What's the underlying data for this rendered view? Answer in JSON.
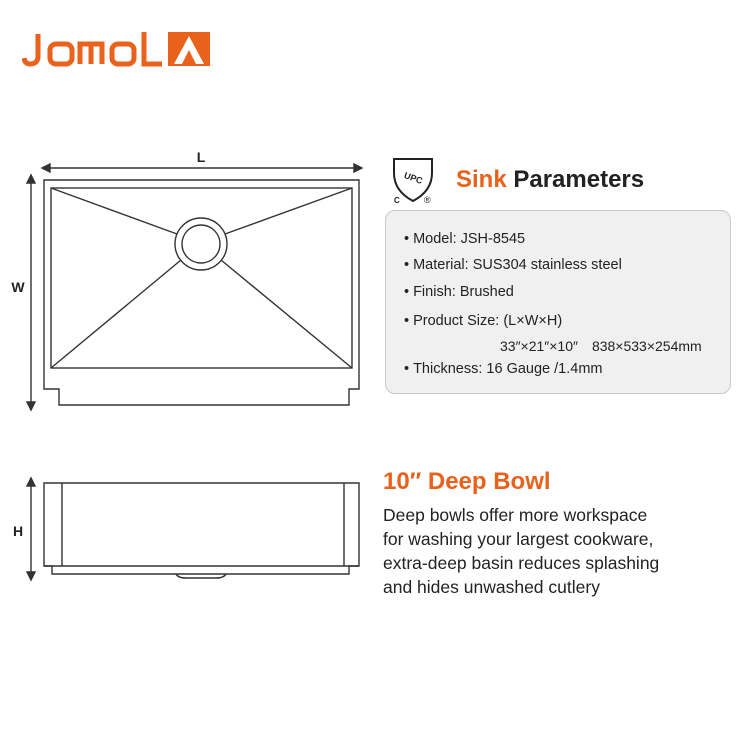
{
  "brand": {
    "logo_text": "JomolA",
    "accent_color": "#e8621c"
  },
  "diagram": {
    "label_length": "L",
    "label_width": "W",
    "label_height": "H"
  },
  "certification": {
    "mark": "UPC",
    "c_mark": "C",
    "r_mark": "®"
  },
  "parameters": {
    "title_accent": "Sink",
    "title_rest": "Parameters",
    "bullet": "•",
    "items": [
      "Model: JSH-8545",
      "Material: SUS304 stainless steel",
      "Finish: Brushed",
      "Product Size: (L×W×H)",
      "Thickness: 16 Gauge /1.4mm"
    ],
    "size_inches": "33″×21″×10″",
    "size_mm": "838×533×254mm"
  },
  "deep_bowl": {
    "title": "10″ Deep Bowl",
    "lines": [
      "Deep bowls offer more workspace",
      "for washing your largest cookware,",
      "extra-deep basin reduces splashing",
      "and hides unwashed cutlery"
    ]
  }
}
